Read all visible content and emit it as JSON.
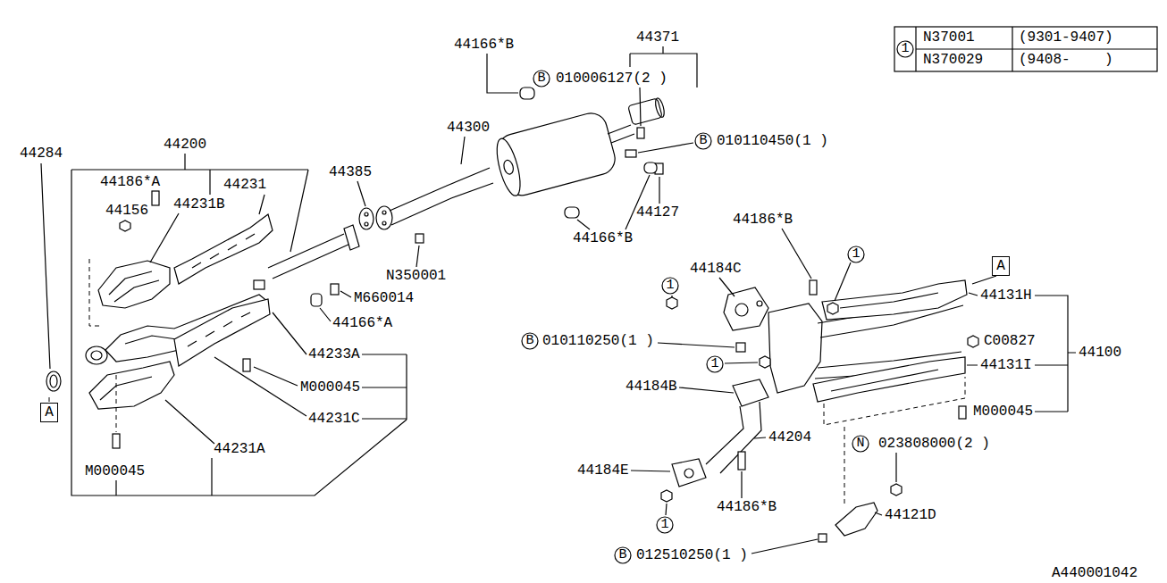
{
  "diagram": {
    "nodes": [
      {
        "text": [
          "1"
        ]
      },
      {
        "text": [
          "B"
        ]
      },
      {
        "text": [
          "B"
        ]
      },
      {
        "text": [
          "1"
        ]
      },
      {
        "text": [
          "A"
        ]
      },
      {
        "text": [
          "1"
        ]
      },
      {
        "text": [
          "B"
        ]
      },
      {
        "text": [
          "1"
        ]
      },
      {
        "text": [
          "A"
        ]
      },
      {
        "text": [
          "N"
        ]
      },
      {
        "text": [
          "1"
        ]
      },
      {
        "text": [
          "B"
        ]
      }
    ],
    "labels": [
      "44371",
      "N37001",
      "(9301-9407)",
      "44166*B",
      "N370029",
      "(9408-    )",
      "010006127(2 )",
      "44300",
      "010110450(1 )",
      "44200",
      "44284",
      "44385",
      "44186*A",
      "44231",
      "44231B",
      "44156",
      "44127",
      "44186*B",
      "44166*B",
      "44184C",
      "N350001",
      "44131H",
      "M660014",
      "44166*A",
      "010110250(1 )",
      "C00827",
      "44100",
      "44233A",
      "44131I",
      "M000045",
      "44184B",
      "M000045",
      "44231C",
      "44204",
      "023808000(2 )",
      "44231A",
      "44184E",
      "M000045",
      "44186*B",
      "44121D",
      "012510250(1 )",
      "A440001042"
    ]
  }
}
